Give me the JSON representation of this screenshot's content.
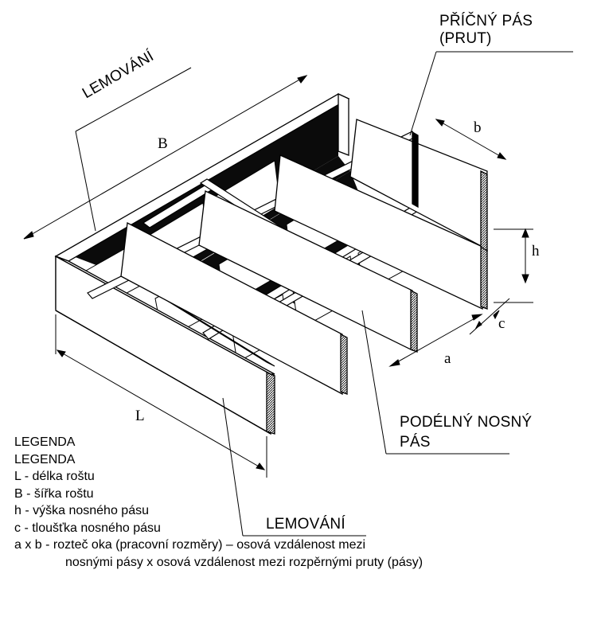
{
  "labels": {
    "pricny_1": "PŘÍČNÝ PÁS",
    "pricny_2": "(PRUT)",
    "lemovani_top": "LEMOVÁNÍ",
    "lemovani_bottom": "LEMOVÁNÍ",
    "podelny_1": "PODÉLNÝ NOSNÝ",
    "podelny_2": "PÁS"
  },
  "dimensions": {
    "B": "B",
    "b": "b",
    "h": "h",
    "c": "c",
    "a": "a",
    "L": "L"
  },
  "legend": {
    "heading_1": "LEGENDA",
    "heading_2": "LEGENDA",
    "items": [
      "L - délka roštu",
      "B - šířka roštu",
      "h - výška nosného pásu",
      "c - tloušťka nosného pásu"
    ],
    "ab_line_1": "a x b - rozteč oka (pracovní rozměry) – osová vzdálenost mezi",
    "ab_line_2": "nosnými pásy x osová vzdálenost mezi rozpěrnými pruty (pásy)"
  }
}
